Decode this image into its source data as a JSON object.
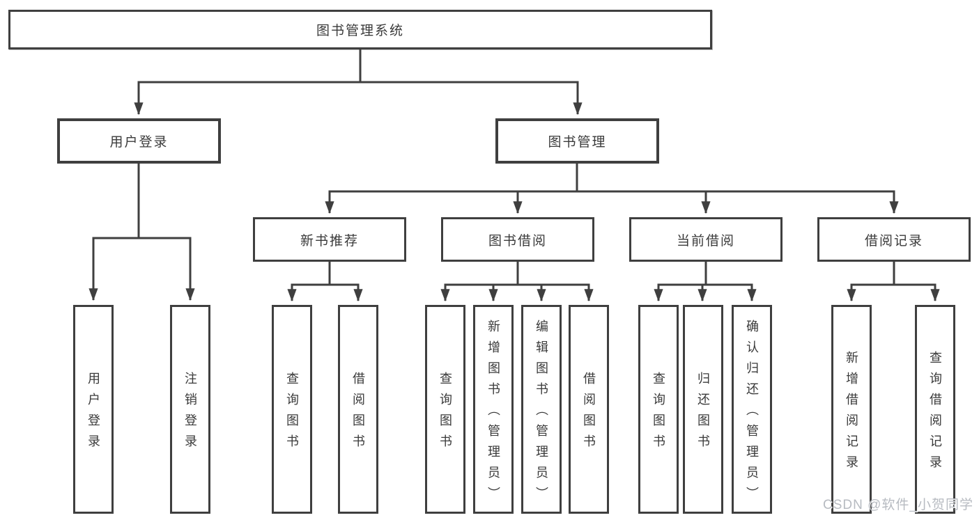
{
  "diagram": {
    "root": {
      "label": "图书管理系统"
    },
    "level2": [
      {
        "label": "用户登录"
      },
      {
        "label": "图书管理"
      }
    ],
    "level3": [
      {
        "label": "新书推荐"
      },
      {
        "label": "图书借阅"
      },
      {
        "label": "当前借阅"
      },
      {
        "label": "借阅记录"
      }
    ],
    "level4": [
      {
        "label": "用户登录"
      },
      {
        "label": "注销登录"
      },
      {
        "label": "查询图书"
      },
      {
        "label": "借阅图书"
      },
      {
        "label": "查询图书"
      },
      {
        "label": "新增图书（管理员）"
      },
      {
        "label": "编辑图书（管理员）"
      },
      {
        "label": "借阅图书"
      },
      {
        "label": "查询图书"
      },
      {
        "label": "归还图书"
      },
      {
        "label": "确认归还（管理员）"
      },
      {
        "label": "新增借阅记录"
      },
      {
        "label": "查询借阅记录"
      }
    ],
    "watermark": "CSDN @软件_小贺同学",
    "colors": {
      "line": "#3f3f3f",
      "border": "#3f3f3f",
      "text": "#3a3a3a",
      "background": "#ffffff",
      "watermark": "#b7bbc1"
    }
  }
}
